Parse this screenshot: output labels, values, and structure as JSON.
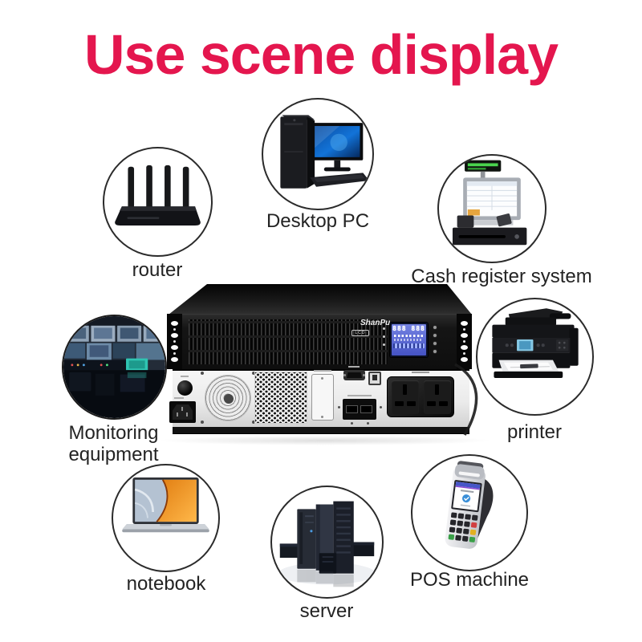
{
  "page": {
    "title": "Use scene display",
    "title_color": "#e4164e",
    "background": "#ffffff",
    "label_color": "#232323"
  },
  "ups": {
    "brand": "ShanPu",
    "brand_badge": "LCD",
    "lcd_digits": "888 888",
    "colors": {
      "chassis": "#141414",
      "rear_panel": "#ebebeb",
      "lcd_screen": "#5a68d2"
    }
  },
  "scenes": [
    {
      "id": "router",
      "label": "router"
    },
    {
      "id": "desktop-pc",
      "label": "Desktop PC"
    },
    {
      "id": "cash-register",
      "label": "Cash register system"
    },
    {
      "id": "monitoring",
      "label": "Monitoring equipment"
    },
    {
      "id": "printer",
      "label": "printer"
    },
    {
      "id": "notebook",
      "label": "notebook"
    },
    {
      "id": "server",
      "label": "server"
    },
    {
      "id": "pos-machine",
      "label": "POS machine"
    }
  ]
}
